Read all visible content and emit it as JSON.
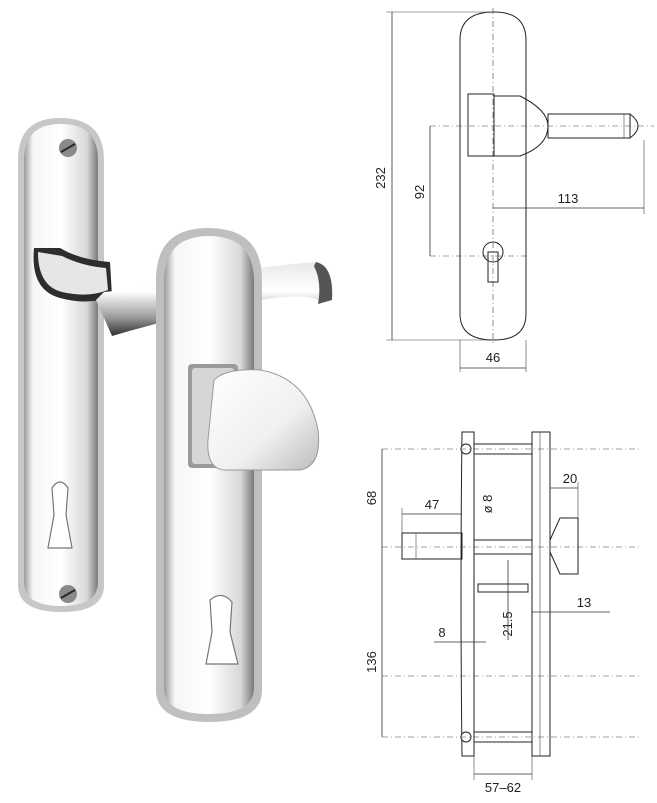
{
  "dimensions": {
    "top_view": {
      "height": "232",
      "handle_to_keyhole": "92",
      "knob_projection": "113",
      "plate_width": "46"
    },
    "side_view": {
      "upper_spacing": "68",
      "spindle_length": "47",
      "spindle_diameter": "ø 8",
      "knob_offset": "20",
      "knob_depth": "13",
      "cylinder_offset": "21.5",
      "screw_offset": "8",
      "lower_spacing": "136",
      "door_thickness": "57–62"
    }
  },
  "colors": {
    "chrome_light": "#f4f4f4",
    "chrome_mid": "#bdbdbd",
    "chrome_dark": "#3a3a3a",
    "line": "#222222"
  }
}
